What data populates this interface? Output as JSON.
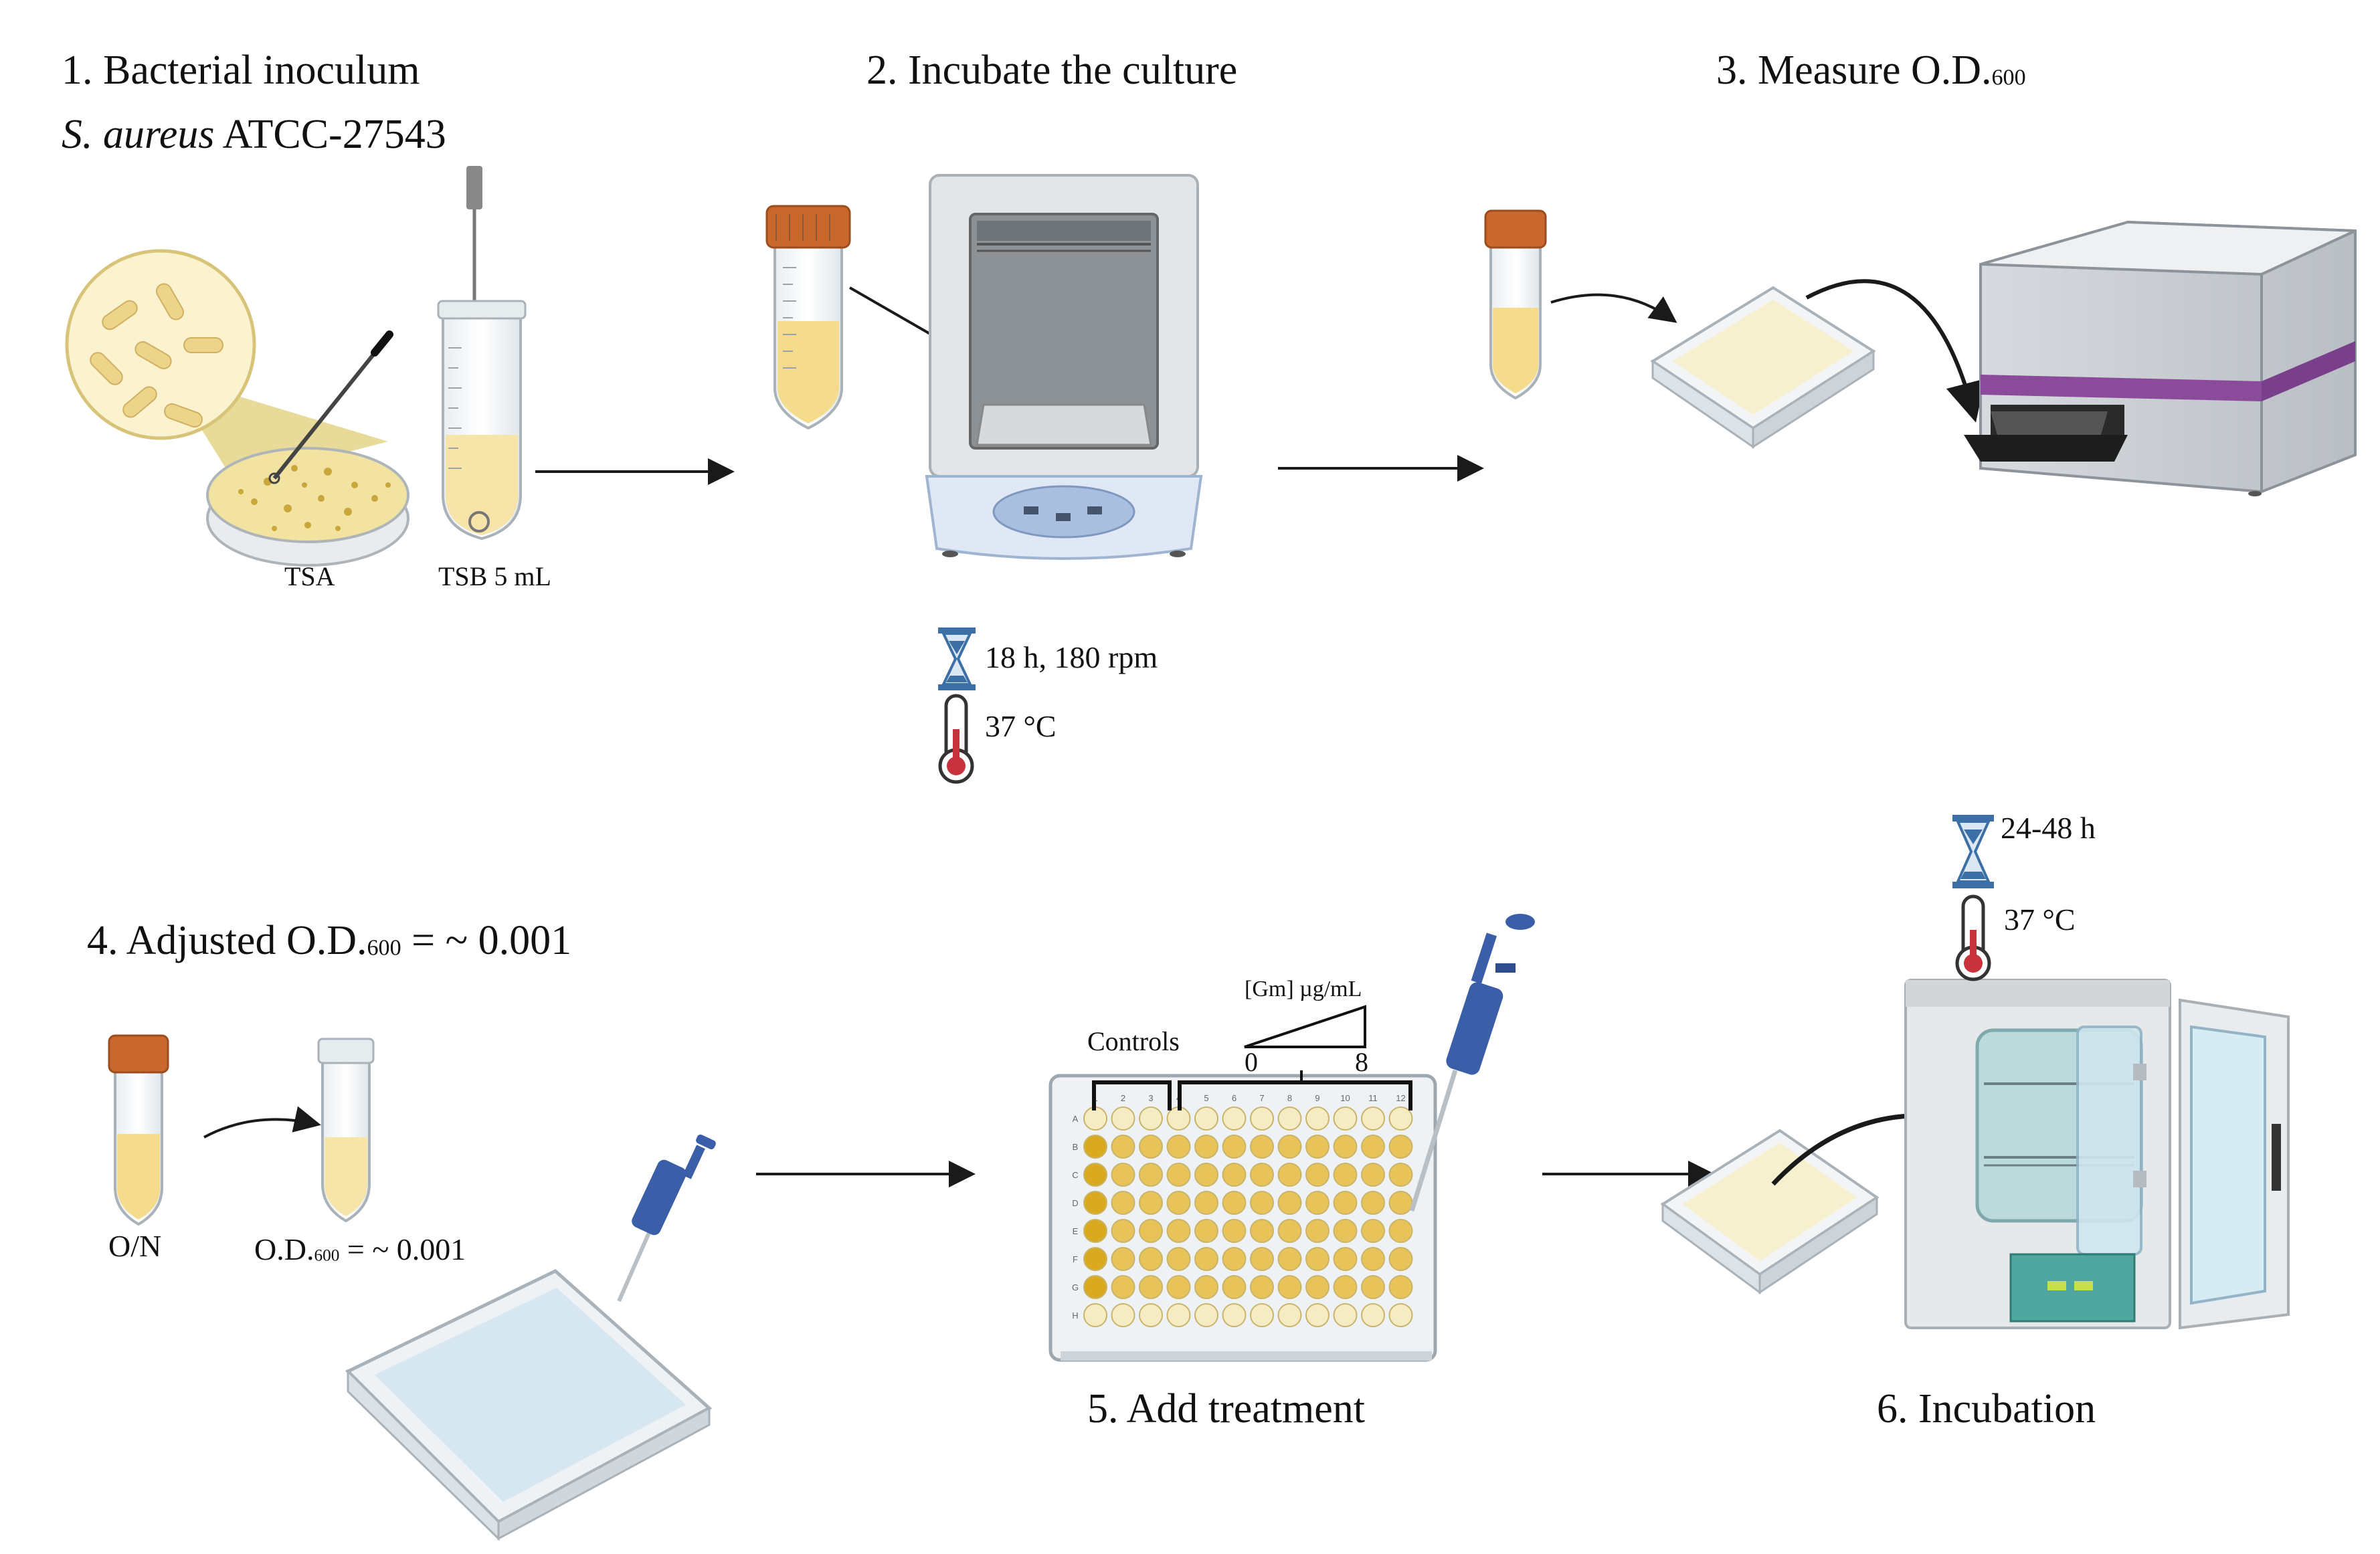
{
  "steps": {
    "s1": {
      "title": "1.  Bacterial inoculum",
      "organism_italic": "S. aureus",
      "strain": "ATCC-27543",
      "plate_label": "TSA",
      "tube_label": "TSB  5 mL"
    },
    "s2": {
      "title": "2. Incubate the culture",
      "time_speed": "18 h, 180 rpm",
      "temperature": "37 °C"
    },
    "s3": {
      "title_prefix": "3. Measure  O.D.",
      "title_sub": "600"
    },
    "s4": {
      "title_prefix": "4. Adjusted O.D.",
      "title_sub": "600",
      "title_suffix": " = ~ 0.001",
      "tube1_label": "O/N",
      "tube2_prefix": "O.D.",
      "tube2_sub": "600",
      "tube2_suffix": " = ~ 0.001"
    },
    "s5": {
      "title": "5. Add treatment",
      "controls_label": "Controls",
      "gradient_label": "[Gm] µg/mL",
      "gradient_min": "0",
      "gradient_max": "8",
      "plate_cols": [
        "1",
        "2",
        "3",
        "4",
        "5",
        "6",
        "7",
        "8",
        "9",
        "10",
        "11",
        "12"
      ],
      "plate_rows": [
        "A",
        "B",
        "C",
        "D",
        "E",
        "F",
        "G",
        "H"
      ]
    },
    "s6": {
      "title": "6. Incubation",
      "time": "24-48 h",
      "temperature": "37 °C"
    }
  },
  "colors": {
    "culture": "#f4dc8c",
    "cap": "#c9672c",
    "well_yellow": "#e8c35a",
    "well_dark": "#d9a920",
    "well_pale": "#f6ecc4",
    "well_blue": "#cfe3f0",
    "pipette": "#3a5ea8",
    "reader_stripe": "#8a4c9a",
    "incubator_panel": "#4fa7a0"
  },
  "icons": [
    "petri-dish-icon",
    "bacteria-magnifier-icon",
    "inoculating-loop-icon",
    "falcon-tube-icon",
    "shaker-incubator-icon",
    "hourglass-icon",
    "thermometer-icon",
    "well-plate-icon",
    "plate-reader-icon",
    "multichannel-pipette-icon",
    "incubator-icon",
    "arrow-icon"
  ]
}
